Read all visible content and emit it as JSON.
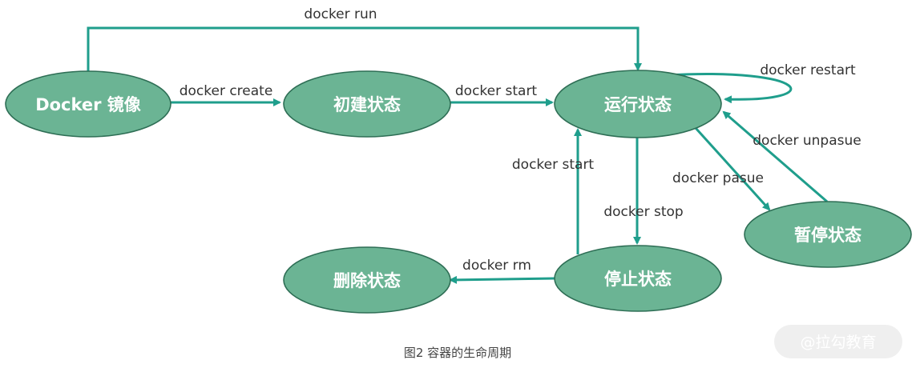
{
  "nodes": {
    "image": "Docker 镜像",
    "created": "初建状态",
    "running": "运行状态",
    "paused": "暂停状态",
    "stopped": "停止状态",
    "deleted": "删除状态"
  },
  "edges": {
    "run": "docker run",
    "create": "docker create",
    "start_from_created": "docker start",
    "restart": "docker restart",
    "unpause": "docker unpasue",
    "pause": "docker pasue",
    "start_from_stopped": "docker start",
    "stop": "docker stop",
    "rm": "docker rm"
  },
  "caption": "图2 容器的生命周期",
  "watermark": "@拉勾教育",
  "colors": {
    "node_fill": "#6bb494",
    "node_stroke": "#2e6e55",
    "edge": "#1f9e8c"
  }
}
